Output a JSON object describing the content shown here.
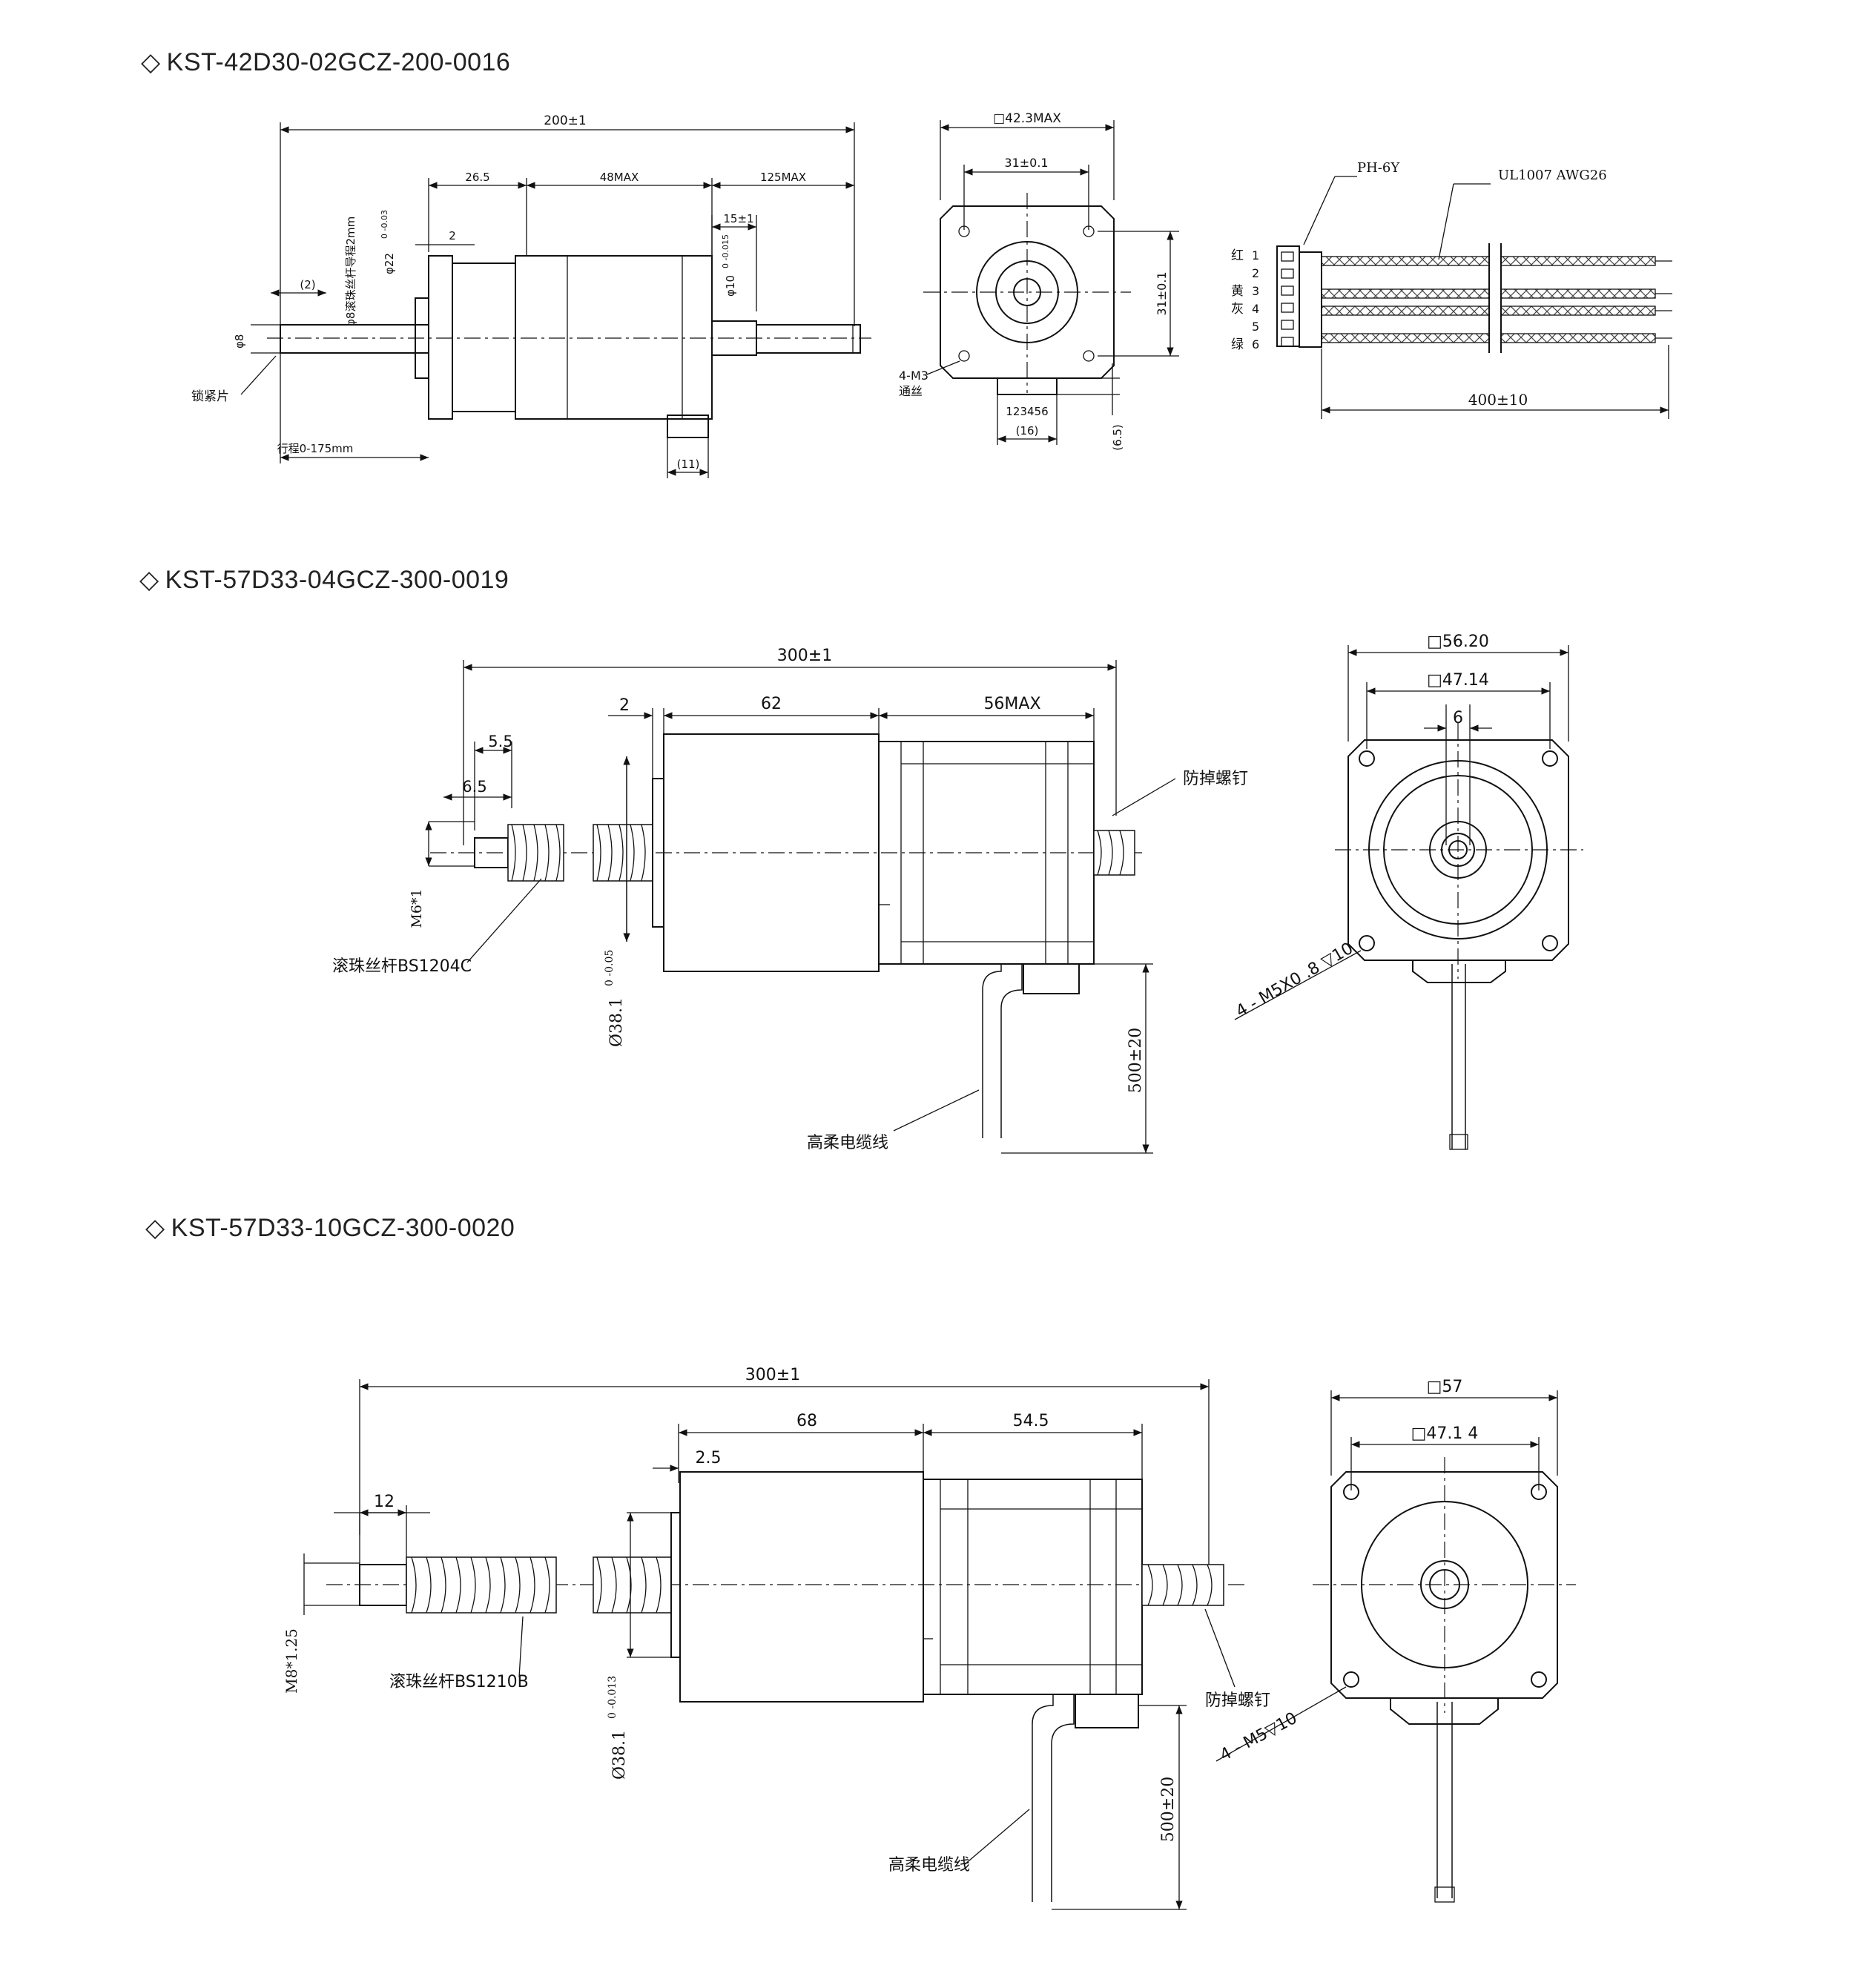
{
  "sections": [
    {
      "title": "KST-42D30-02GCZ-200-0016",
      "icon": "diamond-outline-icon",
      "side_view": {
        "total_length": "200±1",
        "dim_a": "26.5",
        "dim_b": "48MAX",
        "dim_c": "125MAX",
        "dim_2": "2",
        "dim_15": "15±1",
        "dim_paren2": "(2)",
        "dim_11": "(11)",
        "phi22": "φ22",
        "phi22_tol": "0 -0.03",
        "phi10": "φ10",
        "phi10_tol": "0 -0.015",
        "phi8": "φ8",
        "screw_note": "φ8滚珠丝杆导程2mm",
        "lock_label": "锁紧片",
        "stroke_label": "行程0-175mm"
      },
      "front_view": {
        "square": "□42.3MAX",
        "hole_pitch_h": "31±0.1",
        "hole_pitch_v": "31±0.1",
        "screw_holes": "4-M3",
        "screw_holes_2": "通丝",
        "pins": "123456",
        "connector_width": "(16)",
        "connector_height": "(6.5)"
      },
      "wiring": {
        "connector": "PH-6Y",
        "wire": "UL1007 AWG26",
        "cable_length": "400±10",
        "pins": [
          {
            "color": "红",
            "num": "1"
          },
          {
            "color": "",
            "num": "2"
          },
          {
            "color": "黄",
            "num": "3"
          },
          {
            "color": "灰",
            "num": "4"
          },
          {
            "color": "",
            "num": "5"
          },
          {
            "color": "绿",
            "num": "6"
          }
        ]
      }
    },
    {
      "title": "KST-57D33-04GCZ-300-0019",
      "icon": "diamond-outline-icon",
      "side_view": {
        "total_length": "300±1",
        "dim_2": "2",
        "dim_62": "62",
        "dim_56": "56MAX",
        "dim_55": "5.5",
        "dim_65": "6.5",
        "thread": "M6*1",
        "phi38": "Ø38.1",
        "phi38_tol": "0 -0.05",
        "screw_label": "滚珠丝杆BS1204C",
        "anti_drop": "防掉螺钉",
        "cable_label": "高柔电缆线",
        "cable_length": "500±20"
      },
      "front_view": {
        "square": "□56.20",
        "hole_pitch": "□47.14",
        "shaft": "6",
        "screw_holes": "4 - M5X0 .8 ▽10"
      }
    },
    {
      "title": "KST-57D33-10GCZ-300-0020",
      "icon": "diamond-outline-icon",
      "side_view": {
        "total_length": "300±1",
        "dim_68": "68",
        "dim_545": "54.5",
        "dim_25": "2.5",
        "dim_12": "12",
        "thread": "M8*1.25",
        "phi38": "Ø38.1",
        "phi38_tol": "0 -0.013",
        "screw_label": "滚珠丝杆BS1210B",
        "anti_drop": "防掉螺钉",
        "cable_label": "高柔电缆线",
        "cable_length": "500±20"
      },
      "front_view": {
        "square": "□57",
        "hole_pitch": "□47.1 4",
        "screw_holes": "4 - M5▽10"
      }
    }
  ]
}
